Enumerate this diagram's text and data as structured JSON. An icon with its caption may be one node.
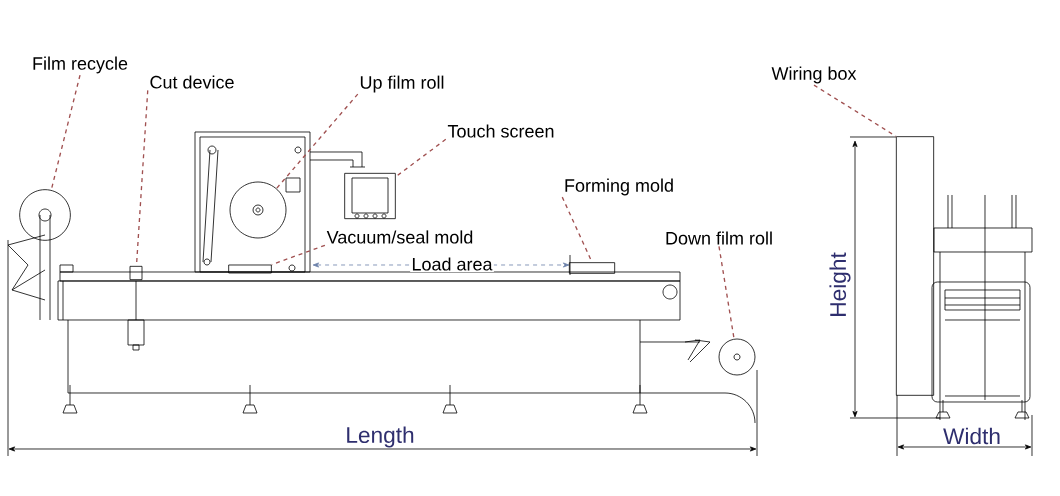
{
  "diagram": {
    "nodes": [
      {
        "text": [
          "Film recycle"
        ]
      },
      {
        "text": [
          "Cut device"
        ]
      },
      {
        "text": [
          "Up film roll"
        ]
      },
      {
        "text": [
          "Touch screen"
        ]
      },
      {
        "text": [
          "Forming mold"
        ]
      },
      {
        "text": [
          "Down film roll"
        ]
      },
      {
        "text": [
          "Vacuum/seal mold"
        ]
      },
      {
        "text": [
          "Wiring box"
        ]
      },
      {
        "text": [],
        "shape": "circle"
      },
      {
        "text": [],
        "shape": "box"
      },
      {
        "text": [],
        "shape": "circle"
      },
      {
        "text": [],
        "shape": "box"
      },
      {
        "text": [],
        "shape": "box"
      },
      {
        "text": [],
        "shape": "box"
      },
      {
        "text": [],
        "shape": "circle"
      },
      {
        "text": [],
        "shape": "box"
      }
    ],
    "edges": [
      {
        "from": 0,
        "to": 8,
        "arrow": "none",
        "style": "dashed"
      },
      {
        "from": 1,
        "to": 9,
        "arrow": "none",
        "style": "dashed"
      },
      {
        "from": 2,
        "to": 10,
        "arrow": "none",
        "style": "dashed"
      },
      {
        "from": 3,
        "to": 11,
        "arrow": "none",
        "style": "dashed"
      },
      {
        "from": 4,
        "to": 13,
        "arrow": "none",
        "style": "dashed"
      },
      {
        "from": 5,
        "to": 14,
        "arrow": "none",
        "style": "dashed"
      },
      {
        "from": 6,
        "to": 12,
        "arrow": "none",
        "style": "dashed"
      },
      {
        "from": 7,
        "to": 15,
        "arrow": "none",
        "style": "dashed"
      }
    ],
    "labels": [
      "Load area",
      "Length",
      "Height",
      "Width"
    ]
  }
}
